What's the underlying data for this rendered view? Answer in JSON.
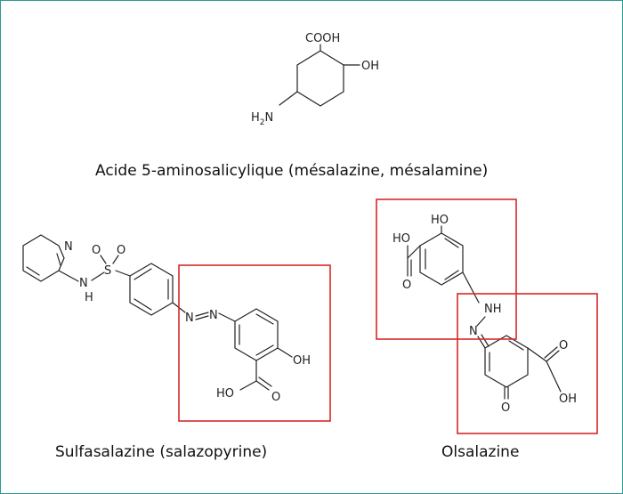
{
  "colors": {
    "frame": "#2a9d8f",
    "highlight_box": "#d62828",
    "ink": "#222222"
  },
  "mesalazine": {
    "cooh": "COOH",
    "oh": "OH",
    "h2n_main": "H",
    "h2n_sub": "2",
    "h2n_n": "N",
    "caption": "Acide 5-aminosalicylique (mésalazine, mésalamine)"
  },
  "sulfasalazine": {
    "n_ring": "N",
    "o_top_left": "O",
    "s": "S",
    "o_top_right": "O",
    "nh_n": "N",
    "nh_h": "H",
    "azo_n1": "N",
    "azo_n2": "N",
    "oh": "OH",
    "ho": "HO",
    "o": "O",
    "caption": "Sulfasalazine (salazopyrine)"
  },
  "olsalazine": {
    "ho_top": "HO",
    "ho_left": "HO",
    "o_left": "O",
    "nh": "NH",
    "n": "N",
    "o_ketone": "O",
    "o_acid": "O",
    "oh_acid": "OH",
    "caption": "Olsalazine"
  }
}
